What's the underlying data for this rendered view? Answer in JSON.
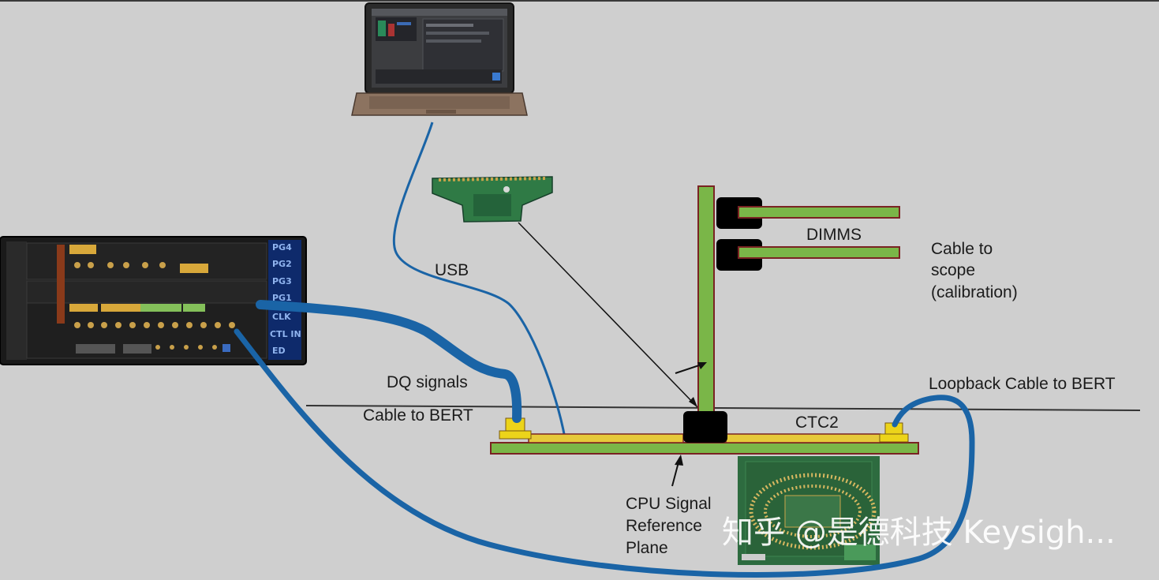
{
  "labels": {
    "usb": "USB",
    "dimms": "DIMMS",
    "cable_scope_1": "Cable to",
    "cable_scope_2": "scope",
    "cable_scope_3": "(calibration)",
    "dq_signals": "DQ signals",
    "cable_to_bert": "Cable to BERT",
    "loopback": "Loopback Cable to BERT",
    "ctc2": "CTC2",
    "cpu_1": "CPU Signal",
    "cpu_2": "Reference",
    "cpu_3": "Plane"
  },
  "bert_ports": [
    "PG4",
    "PG2",
    "PG3",
    "PG1",
    "CLK",
    "CTL IN",
    "ED"
  ],
  "watermark": "知乎 @是德科技 Keysigh...",
  "colors": {
    "background": "#cfcfcf",
    "cable_blue": "#1a64a6",
    "board_green": "#7ab648",
    "board_outline": "#7a2323",
    "connector_yellow": "#ecd41a"
  }
}
